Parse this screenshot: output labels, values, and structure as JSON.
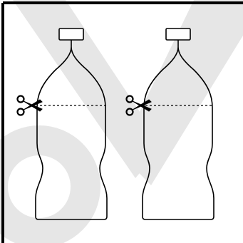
{
  "figure": {
    "colors": {
      "background": "#ffffff",
      "watermark": "#e6e6e6",
      "line": "#000000",
      "frame": "#000000"
    },
    "icons": [
      "bottle-icon",
      "scissors-icon",
      "dashed-cut-line"
    ],
    "bottles": [
      {
        "name": "left-bottle",
        "icon": "bottle-icon",
        "cut_marker": "scissors-icon"
      },
      {
        "name": "right-bottle",
        "icon": "bottle-icon",
        "cut_marker": "scissors-icon"
      }
    ]
  }
}
